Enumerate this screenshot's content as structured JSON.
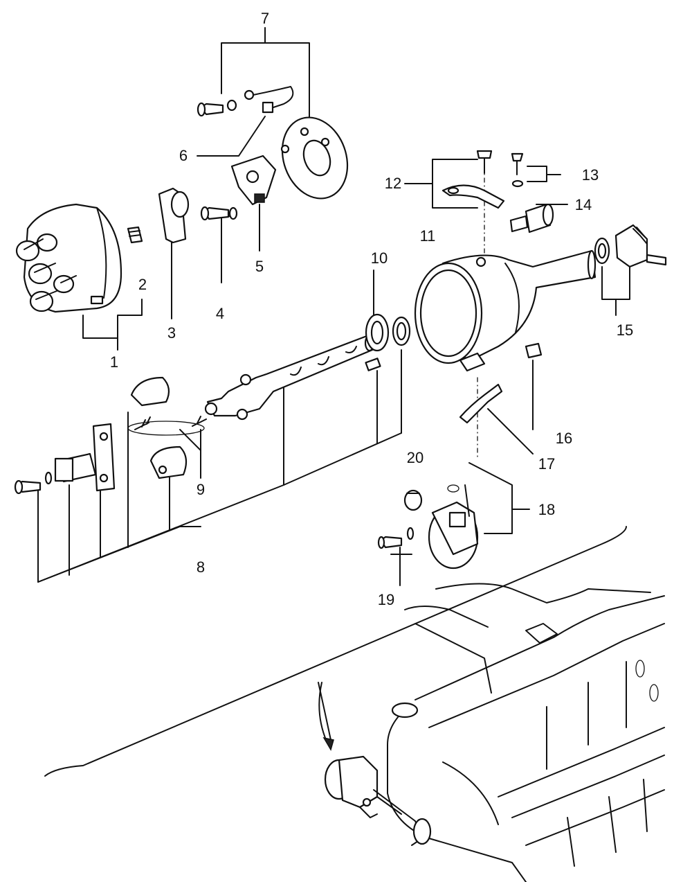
{
  "labels": {
    "p1": "1",
    "p2": "2",
    "p3": "3",
    "p4": "4",
    "p5": "5",
    "p6": "6",
    "p7": "7",
    "p8": "8",
    "p9": "9",
    "p10": "10",
    "p11": "11",
    "p12": "12",
    "p13": "13",
    "p14": "14",
    "p15": "15",
    "p16": "16",
    "p17": "17",
    "p18": "18",
    "p19": "19",
    "p20": "20"
  },
  "colors": {
    "ink": "#111111",
    "paper": "#ffffff"
  }
}
